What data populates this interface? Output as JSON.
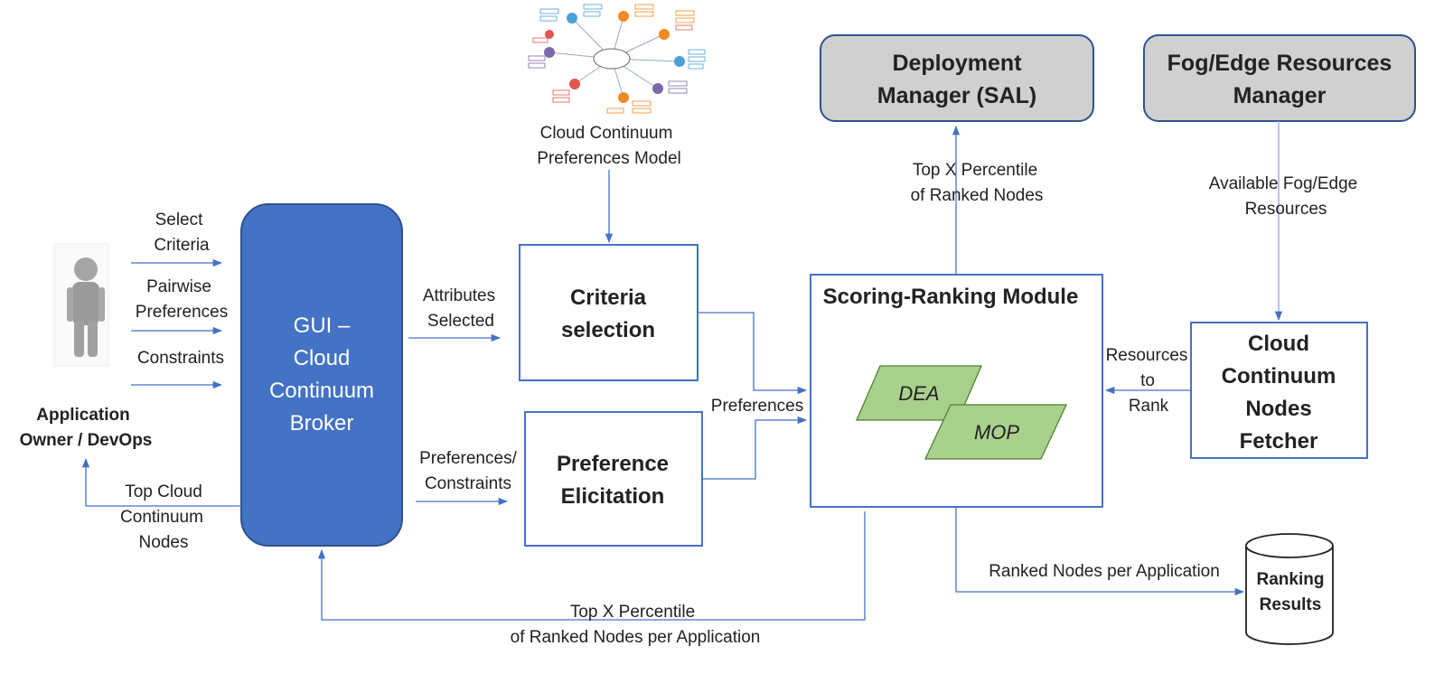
{
  "colors": {
    "accent": "#4472C4",
    "gui_fill": "#4472C4",
    "gui_border": "#2F528F",
    "gray_box": "#D0D0D0",
    "method_fill": "#A9D18E",
    "line": "#4472C4"
  },
  "actor": {
    "label_line1": "Application",
    "label_line2": "Owner / DevOps"
  },
  "inputs": {
    "select_criteria_1": "Select",
    "select_criteria_2": "Criteria",
    "pairwise_1": "Pairwise",
    "pairwise_2": "Preferences",
    "constraints": "Constraints",
    "top_cloud_1": "Top Cloud",
    "top_cloud_2": "Continuum",
    "top_cloud_3": "Nodes"
  },
  "gui": {
    "line1": "GUI –",
    "line2": "Cloud",
    "line3": "Continuum",
    "line4": "Broker"
  },
  "model": {
    "label_1": "Cloud Continuum",
    "label_2": "Preferences Model",
    "icon": "mindmap-graph-icon"
  },
  "criteria": {
    "title_1": "Criteria",
    "title_2": "selection",
    "edge_1": "Attributes",
    "edge_2": "Selected"
  },
  "elicitation": {
    "title_1": "Preference",
    "title_2": "Elicitation",
    "edge_1": "Preferences/",
    "edge_2": "Constraints"
  },
  "scoring": {
    "title": "Scoring-Ranking Module",
    "method_1": "DEA",
    "method_2": "MOP",
    "preferences_label": "Preferences"
  },
  "deployment": {
    "title_1": "Deployment",
    "title_2": "Manager (SAL)",
    "edge_1": "Top X Percentile",
    "edge_2": "of Ranked Nodes"
  },
  "fog": {
    "title_1": "Fog/Edge Resources",
    "title_2": "Manager",
    "edge_1": "Available Fog/Edge",
    "edge_2": "Resources"
  },
  "fetcher": {
    "title_1": "Cloud",
    "title_2": "Continuum",
    "title_3": "Nodes",
    "title_4": "Fetcher",
    "edge_1": "Resources",
    "edge_2": "to",
    "edge_3": "Rank"
  },
  "results": {
    "title_1": "Ranking",
    "title_2": "Results",
    "edge": "Ranked Nodes per Application"
  },
  "feedback": {
    "line1": "Top X Percentile",
    "line2": "of Ranked Nodes per Application"
  }
}
